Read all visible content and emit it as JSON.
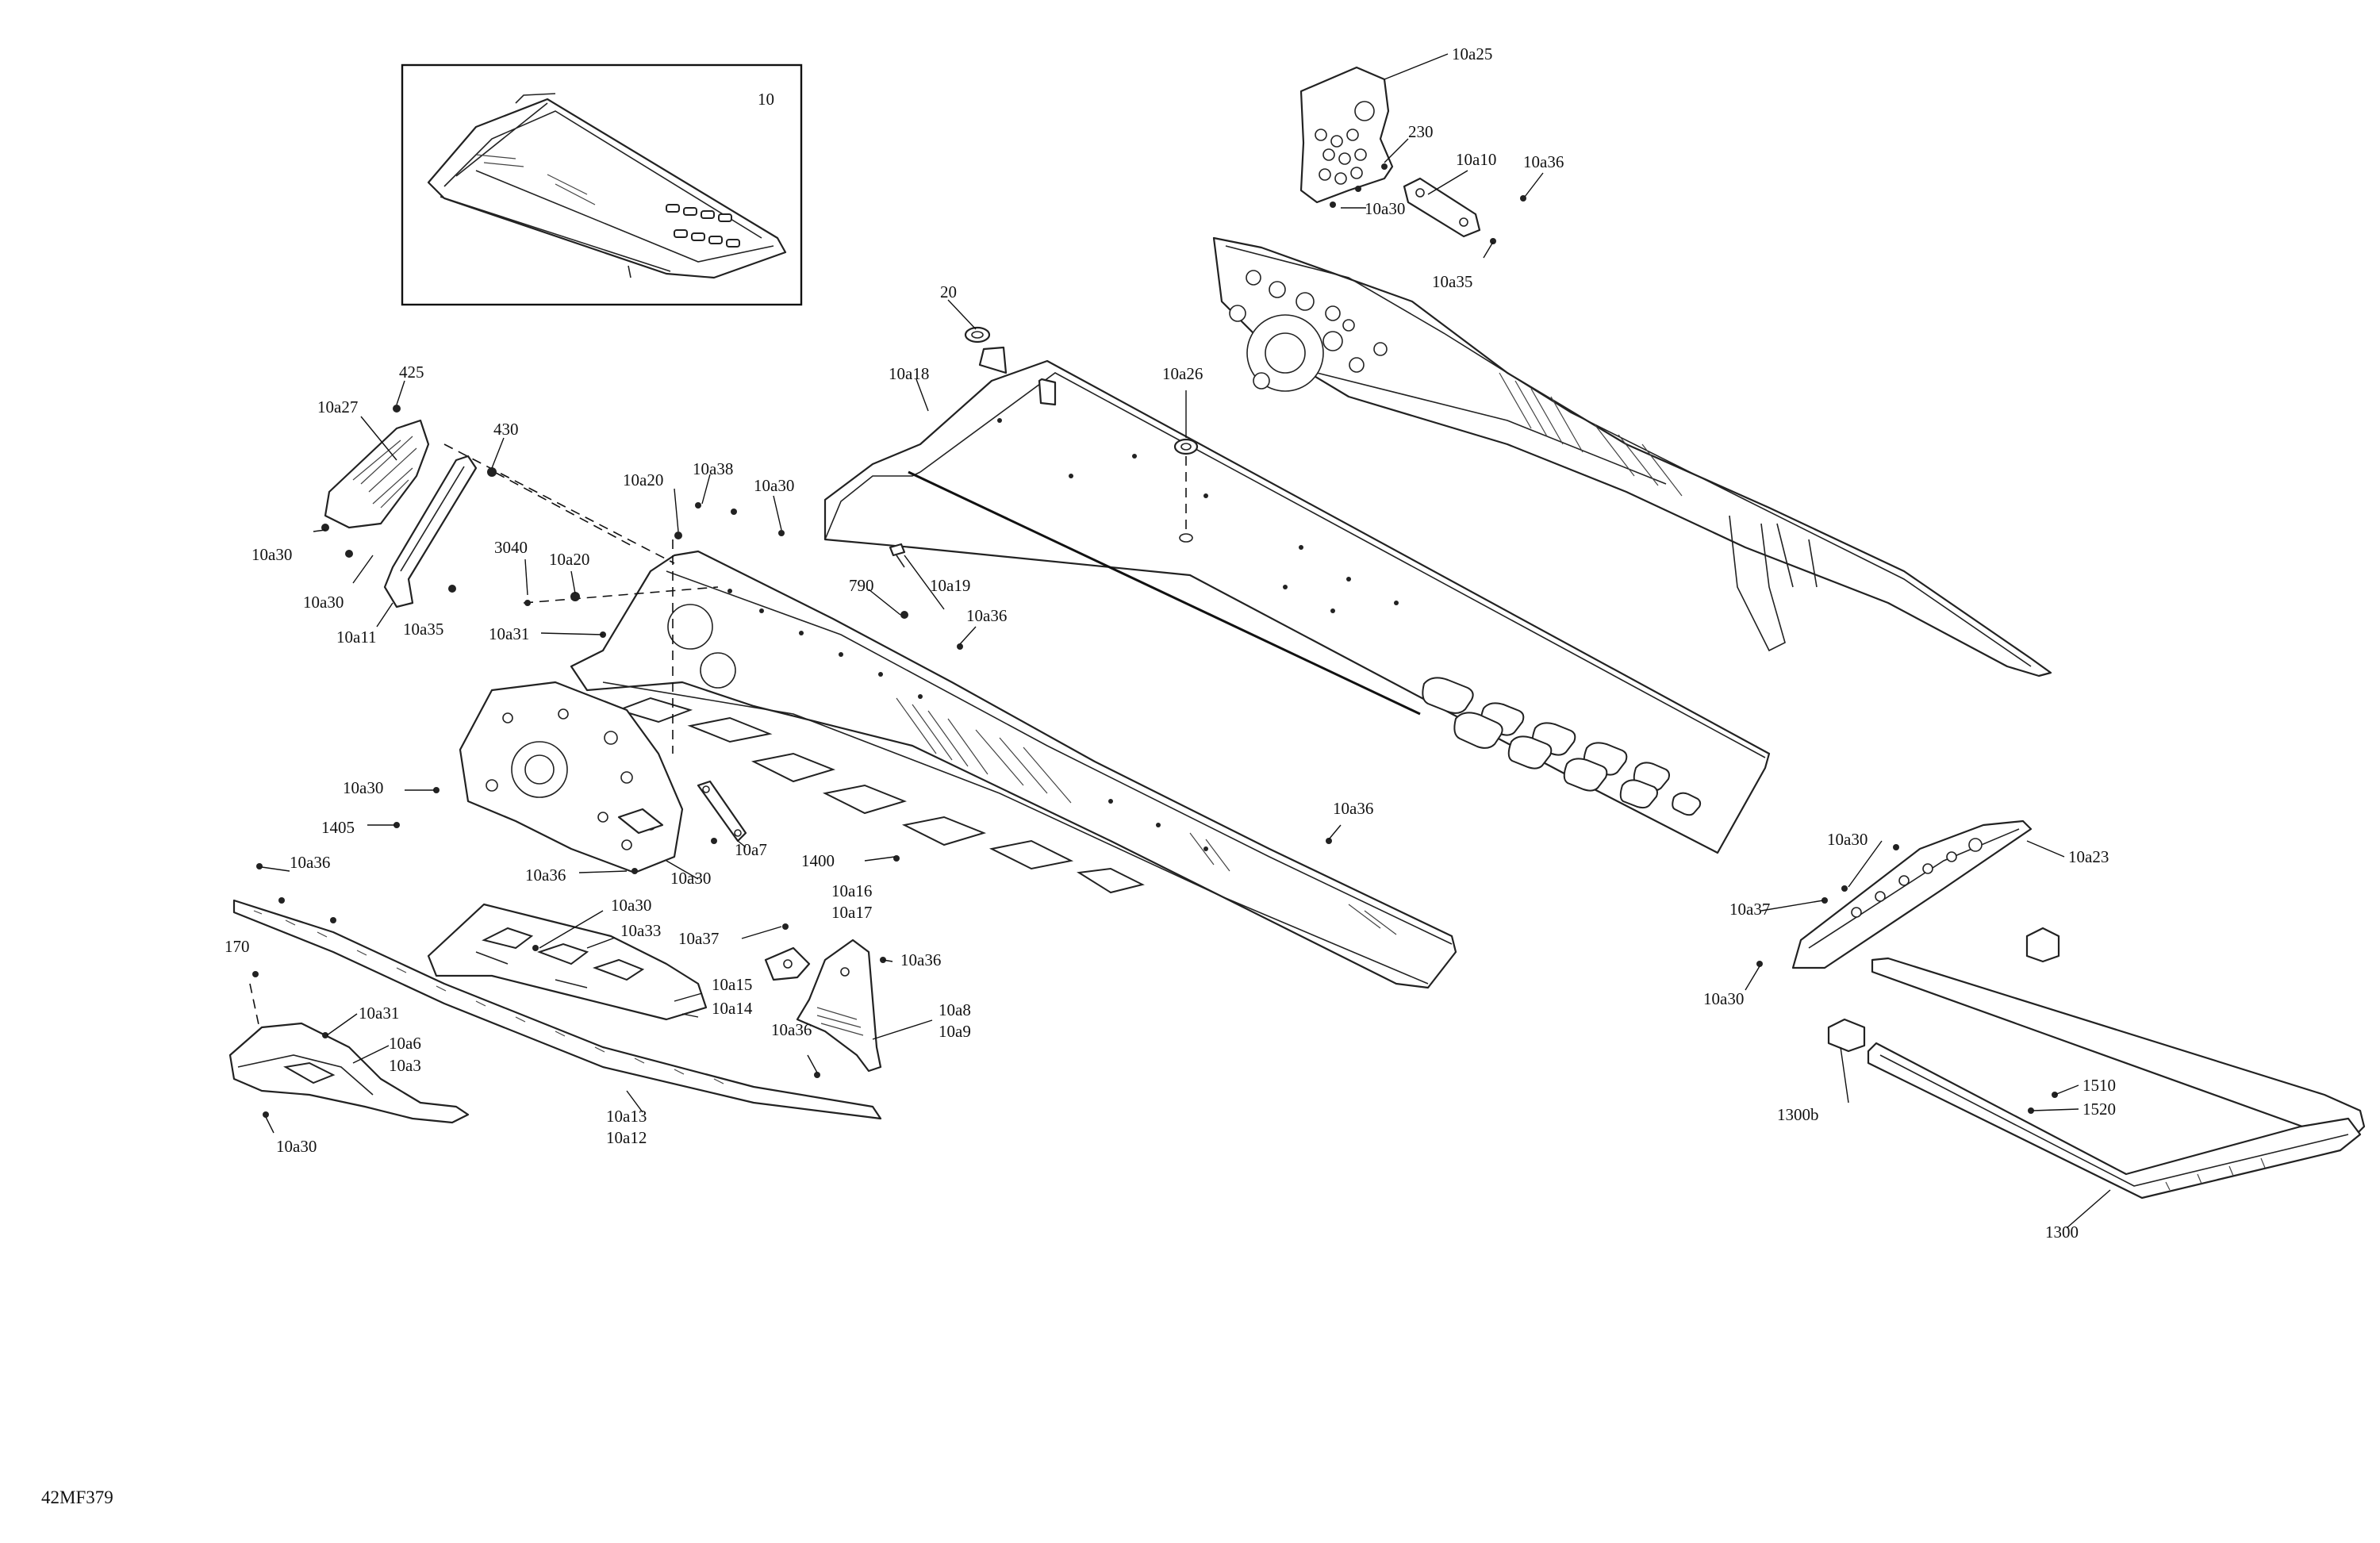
{
  "figure_code": "42MF379",
  "callouts": [
    {
      "id": "c-10",
      "text": "10"
    },
    {
      "id": "c-10a25",
      "text": "10a25"
    },
    {
      "id": "c-230",
      "text": "230"
    },
    {
      "id": "c-10a10",
      "text": "10a10"
    },
    {
      "id": "c-10a36-top",
      "text": "10a36"
    },
    {
      "id": "c-10a30-top",
      "text": "10a30"
    },
    {
      "id": "c-10a35-top",
      "text": "10a35"
    },
    {
      "id": "c-20",
      "text": "20"
    },
    {
      "id": "c-10a18",
      "text": "10a18"
    },
    {
      "id": "c-10a26",
      "text": "10a26"
    },
    {
      "id": "c-425",
      "text": "425"
    },
    {
      "id": "c-10a27",
      "text": "10a27"
    },
    {
      "id": "c-430",
      "text": "430"
    },
    {
      "id": "c-10a30-a",
      "text": "10a30"
    },
    {
      "id": "c-10a30-b",
      "text": "10a30"
    },
    {
      "id": "c-10a11",
      "text": "10a11"
    },
    {
      "id": "c-10a35",
      "text": "10a35"
    },
    {
      "id": "c-10a20-a",
      "text": "10a20"
    },
    {
      "id": "c-10a38",
      "text": "10a38"
    },
    {
      "id": "c-10a30-c",
      "text": "10a30"
    },
    {
      "id": "c-3040",
      "text": "3040"
    },
    {
      "id": "c-10a20-b",
      "text": "10a20"
    },
    {
      "id": "c-10a31-a",
      "text": "10a31"
    },
    {
      "id": "c-790",
      "text": "790"
    },
    {
      "id": "c-10a19",
      "text": "10a19"
    },
    {
      "id": "c-10a36-a",
      "text": "10a36"
    },
    {
      "id": "c-10a30-d",
      "text": "10a30"
    },
    {
      "id": "c-1405",
      "text": "1405"
    },
    {
      "id": "c-10a36-b",
      "text": "10a36"
    },
    {
      "id": "c-10a30-e",
      "text": "10a30"
    },
    {
      "id": "c-10a7",
      "text": "10a7"
    },
    {
      "id": "c-1400",
      "text": "1400"
    },
    {
      "id": "c-10a36-c",
      "text": "10a36"
    },
    {
      "id": "c-10a36-d",
      "text": "10a36"
    },
    {
      "id": "c-10a30-f",
      "text": "10a30"
    },
    {
      "id": "c-10a33",
      "text": "10a33"
    },
    {
      "id": "c-10a37-a",
      "text": "10a37"
    },
    {
      "id": "c-10a16",
      "text": "10a16"
    },
    {
      "id": "c-10a17",
      "text": "10a17"
    },
    {
      "id": "c-10a36-e",
      "text": "10a36"
    },
    {
      "id": "c-170",
      "text": "170"
    },
    {
      "id": "c-10a15",
      "text": "10a15"
    },
    {
      "id": "c-10a14",
      "text": "10a14"
    },
    {
      "id": "c-10a8",
      "text": "10a8"
    },
    {
      "id": "c-10a9",
      "text": "10a9"
    },
    {
      "id": "c-10a36-f",
      "text": "10a36"
    },
    {
      "id": "c-10a31-b",
      "text": "10a31"
    },
    {
      "id": "c-10a6",
      "text": "10a6"
    },
    {
      "id": "c-10a3",
      "text": "10a3"
    },
    {
      "id": "c-10a13",
      "text": "10a13"
    },
    {
      "id": "c-10a12",
      "text": "10a12"
    },
    {
      "id": "c-10a30-g",
      "text": "10a30"
    },
    {
      "id": "c-10a30-h",
      "text": "10a30"
    },
    {
      "id": "c-10a23",
      "text": "10a23"
    },
    {
      "id": "c-10a37-b",
      "text": "10a37"
    },
    {
      "id": "c-10a30-i",
      "text": "10a30"
    },
    {
      "id": "c-1510",
      "text": "1510"
    },
    {
      "id": "c-1520",
      "text": "1520"
    },
    {
      "id": "c-1300b",
      "text": "1300b"
    },
    {
      "id": "c-1300",
      "text": "1300"
    }
  ]
}
